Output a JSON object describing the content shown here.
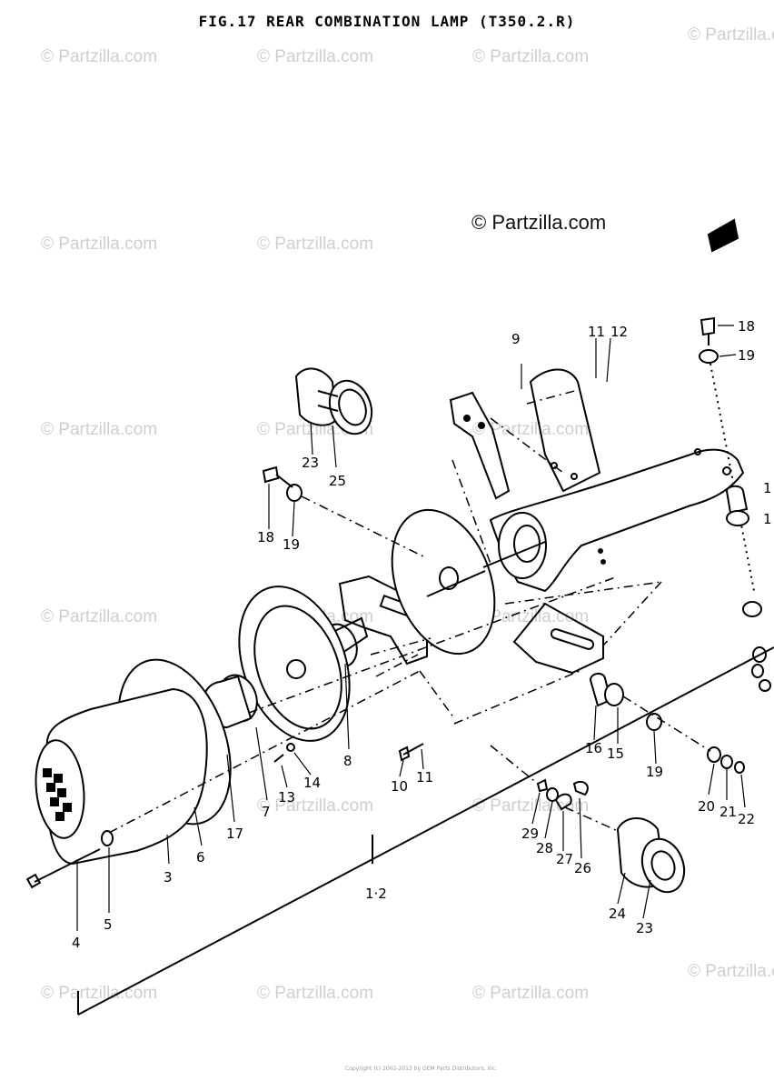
{
  "title": "FIG.17  REAR COMBINATION LAMP (T350.2.R)",
  "watermark": "© Partzilla.com",
  "watermark_main": "© Partzilla.com",
  "footer_text": "Copyright (c) 2002-2013 by OEM Parts Distributors, Inc.",
  "callouts": {
    "c1_2": "1·2",
    "c3": "3",
    "c4": "4",
    "c5": "5",
    "c6": "6",
    "c7": "7",
    "c8": "8",
    "c9": "9",
    "c10": "10",
    "c11a": "11",
    "c11b": "11",
    "c12": "12",
    "c13": "13",
    "c14": "14",
    "c15": "15",
    "c16": "16",
    "c17": "17",
    "c18a": "18",
    "c18b": "18",
    "c19a": "19",
    "c19b": "19",
    "c19c": "19",
    "c20": "20",
    "c21": "21",
    "c22": "22",
    "c23a": "23",
    "c23b": "23",
    "c24": "24",
    "c25": "25",
    "c26": "26",
    "c27": "27",
    "c28": "28",
    "c29": "29",
    "c1_edge": "1",
    "c1_edge2": "1"
  }
}
